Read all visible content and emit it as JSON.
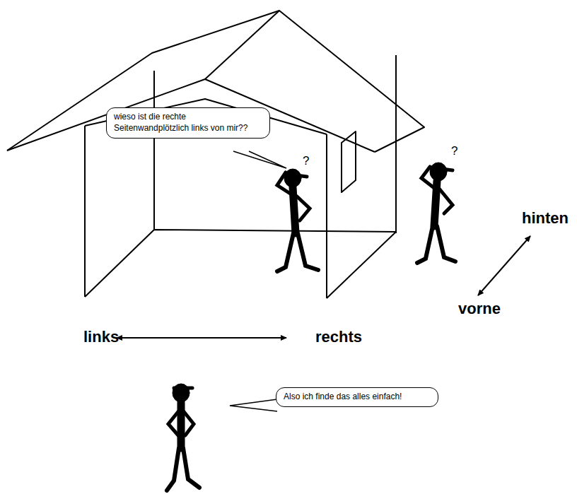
{
  "diagram": {
    "nodes": [
      {
        "text": [
          "wieso ist die rechte Seitenwandplötzlich links von mir??"
        ]
      },
      {
        "text": [
          "Also ich finde das alles einfach!"
        ]
      }
    ],
    "labels": [
      "?",
      "?",
      "links",
      "rechts",
      "hinten",
      "vorne"
    ]
  }
}
